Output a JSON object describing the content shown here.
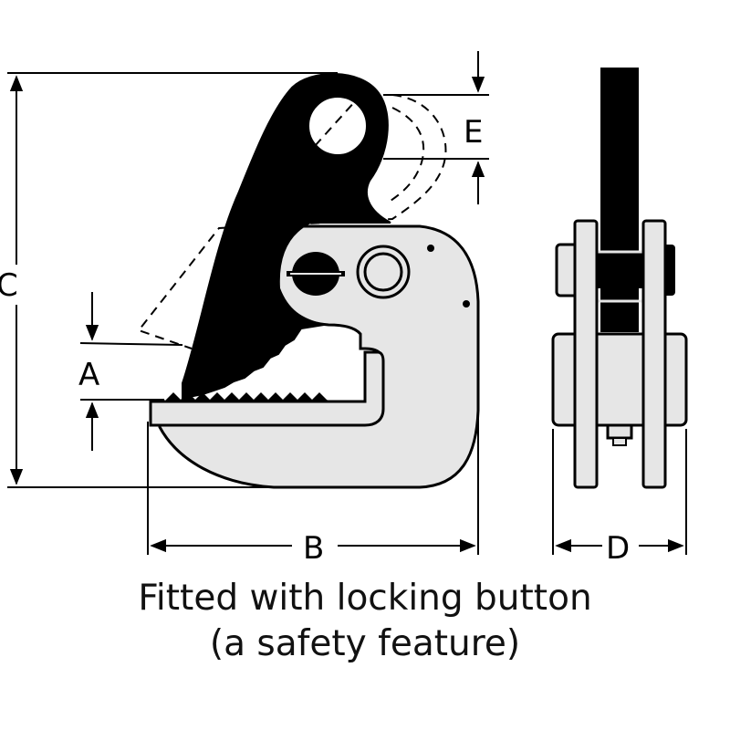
{
  "dimensions": {
    "a": "A",
    "b": "B",
    "c": "C",
    "d": "D",
    "e": "E"
  },
  "caption": {
    "line1": "Fitted with locking button",
    "line2": "(a safety feature)"
  },
  "colors": {
    "jaw": "#000000",
    "body": "#e6e6e6",
    "outline": "#000000",
    "background": "#ffffff"
  }
}
